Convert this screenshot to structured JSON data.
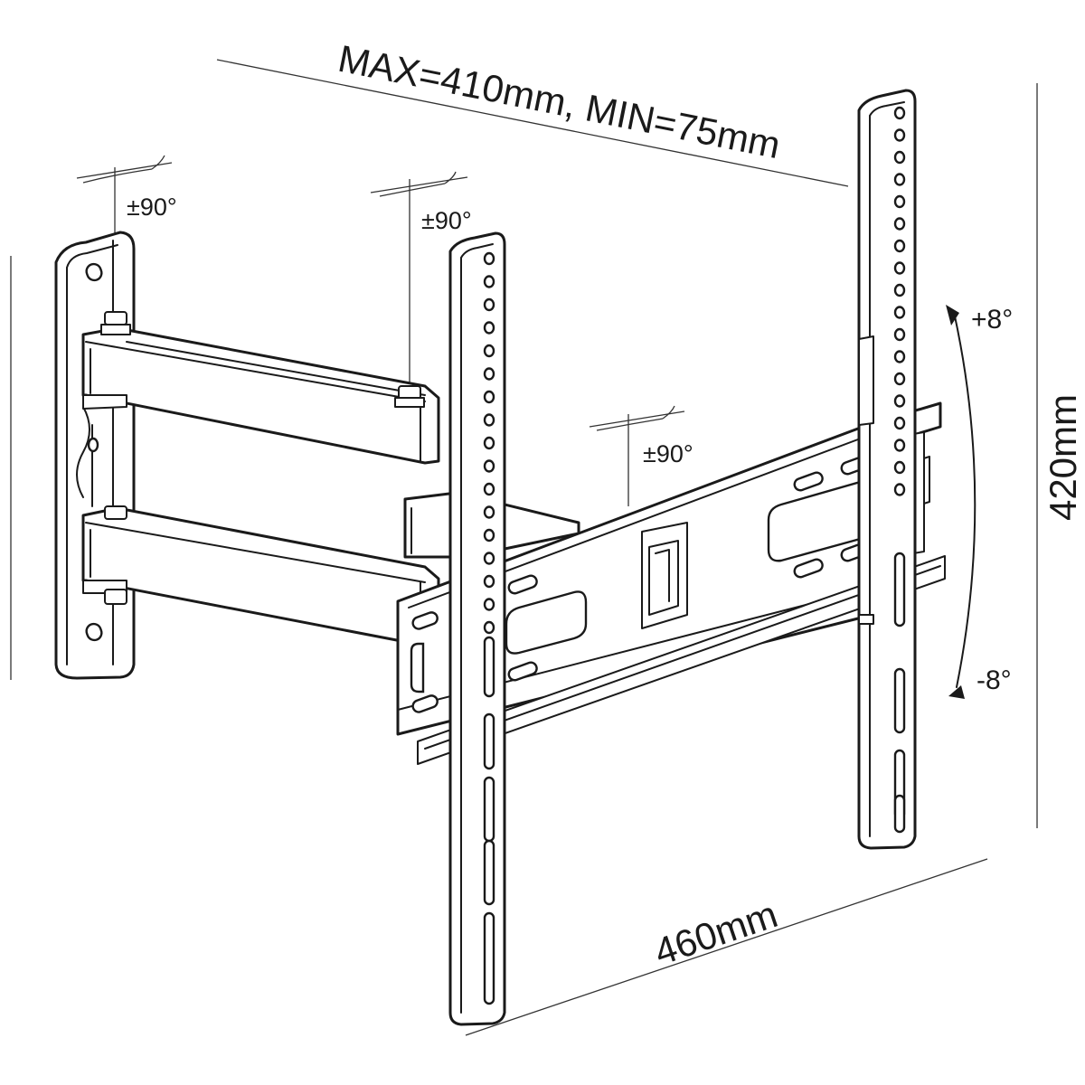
{
  "diagram": {
    "labels": {
      "vesa_range": "MAX=410mm, MIN=75mm",
      "height": "420mm",
      "width": "460mm",
      "tilt_up": "+8°",
      "tilt_down": "-8°",
      "swivel_wall": "±90°",
      "swivel_arm": "±90°",
      "swivel_head": "±90°"
    }
  }
}
